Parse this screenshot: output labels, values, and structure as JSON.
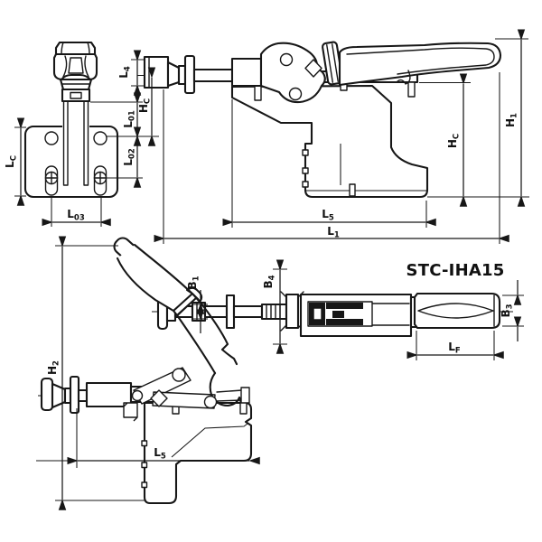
{
  "title": "STC-IHA15",
  "colors": {
    "line": "#171717",
    "background": "#ffffff"
  },
  "dims": {
    "lc": {
      "main": "L",
      "sub": "C"
    },
    "l01": {
      "main": "L",
      "sub": "01"
    },
    "l02": {
      "main": "L",
      "sub": "02"
    },
    "l03": {
      "main": "L",
      "sub": "03"
    },
    "l4": {
      "main": "L",
      "sub": "4"
    },
    "hc_front": {
      "main": "H",
      "sub": "C"
    },
    "h1": {
      "main": "H",
      "sub": "1"
    },
    "hc_side": {
      "main": "H",
      "sub": "C"
    },
    "l5_side": {
      "main": "L",
      "sub": "5"
    },
    "l1": {
      "main": "L",
      "sub": "1"
    },
    "b1": {
      "main": "B",
      "sub": "1"
    },
    "b4": {
      "main": "B",
      "sub": "4"
    },
    "b3": {
      "main": "B",
      "sub": "3"
    },
    "lf": {
      "main": "L",
      "sub": "F"
    },
    "h2": {
      "main": "H",
      "sub": "2"
    },
    "l5_open": {
      "main": "L",
      "sub": "5"
    }
  }
}
